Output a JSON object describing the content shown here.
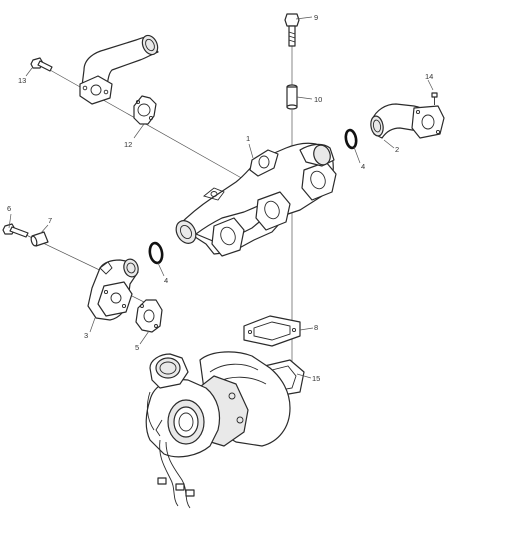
{
  "callouts": [
    {
      "id": "1",
      "text": "1"
    },
    {
      "id": "2",
      "text": "2"
    },
    {
      "id": "3",
      "text": "3"
    },
    {
      "id": "4a",
      "text": "4"
    },
    {
      "id": "4b",
      "text": "4"
    },
    {
      "id": "5",
      "text": "5"
    },
    {
      "id": "6",
      "text": "6"
    },
    {
      "id": "7",
      "text": "7"
    },
    {
      "id": "8",
      "text": "8"
    },
    {
      "id": "9",
      "text": "9"
    },
    {
      "id": "10",
      "text": "10"
    },
    {
      "id": "12",
      "text": "12"
    },
    {
      "id": "13",
      "text": "13"
    },
    {
      "id": "14",
      "text": "14"
    },
    {
      "id": "15",
      "text": "15"
    }
  ]
}
